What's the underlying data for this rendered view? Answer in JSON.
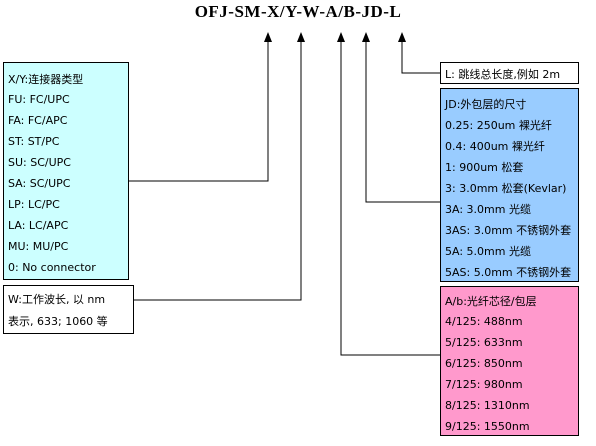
{
  "title": "OFJ-SM-X/Y-W-A/B-JD-L",
  "connector_box": {
    "rows": [
      "X/Y:连接器类型",
      "FU: FC/UPC",
      "FA: FC/APC",
      "ST: ST/PC",
      "SU: SC/UPC",
      "SA: SC/UPC",
      "LP: LC/PC",
      "LA: LC/APC",
      "MU: MU/PC",
      "0: No connector"
    ]
  },
  "wavelength_box": {
    "rows": [
      "W:工作波长, 以 nm",
      "表示, 633; 1060 等"
    ]
  },
  "length_box": {
    "rows": [
      "L: 跳线总长度,例如 2m"
    ]
  },
  "jacket_box": {
    "rows": [
      "JD:外包层的尺寸",
      "0.25: 250um 裸光纤",
      "0.4: 400um 裸光纤",
      "1: 900um 松套",
      "3: 3.0mm 松套(Kevlar)",
      "3A: 3.0mm 光缆",
      "3AS: 3.0mm 不锈钢外套",
      "5A: 5.0mm 光缆",
      "5AS: 5.0mm 不锈钢外套"
    ]
  },
  "core_box": {
    "rows": [
      "A/b:光纤芯径/包层",
      "4/125: 488nm",
      "5/125: 633nm",
      "6/125: 850nm",
      "7/125: 980nm",
      "8/125: 1310nm",
      "9/125: 1550nm"
    ]
  },
  "colors": {
    "connector_bg": "#ccffff",
    "jacket_bg": "#99ccff",
    "core_bg": "#ff99cc",
    "line": "#000000"
  }
}
